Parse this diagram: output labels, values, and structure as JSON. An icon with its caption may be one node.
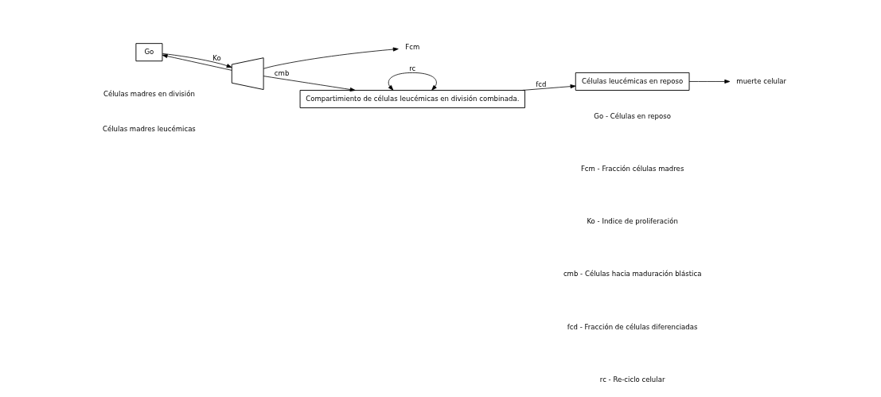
{
  "diagram": {
    "nodes": [
      {
        "text": [
          "Go"
        ]
      },
      {
        "text": [],
        "shape": "trapezoid"
      },
      {
        "text": [
          "Fcm"
        ]
      },
      {
        "text": [
          "Compartimiento de células leucémicas en división combinada."
        ]
      },
      {
        "text": [
          "Células leucémicas en reposo"
        ]
      },
      {
        "text": [
          "muerte celular"
        ]
      }
    ],
    "edges": [
      {
        "from": 0,
        "to": 1,
        "label": "Ko",
        "arrow": "to"
      },
      {
        "from": 1,
        "to": 0,
        "arrow": "to"
      },
      {
        "from": 1,
        "to": 2,
        "arrow": "to"
      },
      {
        "from": 1,
        "to": 3,
        "label": "cmb",
        "arrow": "to"
      },
      {
        "from": 3,
        "to": 3,
        "label": "rc",
        "arrow": "both"
      },
      {
        "from": 3,
        "to": 4,
        "label": "fcd",
        "arrow": "to"
      },
      {
        "from": 4,
        "to": 5,
        "arrow": "to"
      }
    ],
    "labels": [
      "Células madres leucémicas",
      "Células madres en división",
      "Go - Células en reposo",
      "Fcm - Fracción células madres",
      "Ko - Indice de proliferación",
      "cmb - Células hacia maduración blástica",
      "fcd - Fracción de células diferenciadas",
      "rc - Re-ciclo celular"
    ]
  }
}
